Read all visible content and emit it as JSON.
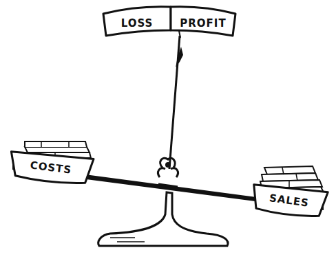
{
  "diagram": {
    "nodes": [
      {
        "text": [
          "LOSS"
        ]
      },
      {
        "text": [
          "PROFIT"
        ]
      },
      {
        "text": [
          "COSTS"
        ]
      },
      {
        "text": [
          "SALES"
        ]
      }
    ]
  }
}
